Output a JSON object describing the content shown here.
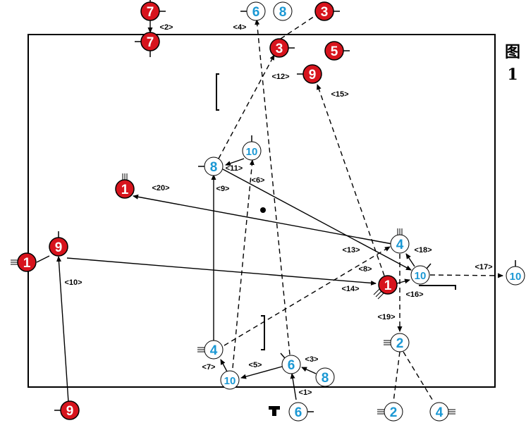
{
  "figure": {
    "caption": "图",
    "number": "1"
  },
  "colors": {
    "attack": "#d7141d",
    "defense": "#1b98d4",
    "line": "#000000",
    "circle_fill": "#ffffff"
  },
  "players": [
    {
      "id": "r7a",
      "team": "red",
      "number": "7"
    },
    {
      "id": "r7b",
      "team": "red",
      "number": "7"
    },
    {
      "id": "b6top",
      "team": "blue",
      "number": "6"
    },
    {
      "id": "b8top",
      "team": "blue",
      "number": "8"
    },
    {
      "id": "r3top",
      "team": "red",
      "number": "3"
    },
    {
      "id": "r3",
      "team": "red",
      "number": "3"
    },
    {
      "id": "r5",
      "team": "red",
      "number": "5"
    },
    {
      "id": "r9top",
      "team": "red",
      "number": "9"
    },
    {
      "id": "b10mid",
      "team": "blue",
      "number": "10"
    },
    {
      "id": "b8",
      "team": "blue",
      "number": "8"
    },
    {
      "id": "r1left",
      "team": "red",
      "number": "1"
    },
    {
      "id": "r9left",
      "team": "red",
      "number": "9"
    },
    {
      "id": "r1edge",
      "team": "red",
      "number": "1"
    },
    {
      "id": "b4r",
      "team": "blue",
      "number": "4"
    },
    {
      "id": "b10r",
      "team": "blue",
      "number": "10"
    },
    {
      "id": "r1r",
      "team": "red",
      "number": "1"
    },
    {
      "id": "b10far",
      "team": "blue",
      "number": "10"
    },
    {
      "id": "b2",
      "team": "blue",
      "number": "2"
    },
    {
      "id": "b4l",
      "team": "blue",
      "number": "4"
    },
    {
      "id": "b6",
      "team": "blue",
      "number": "6"
    },
    {
      "id": "b8b",
      "team": "blue",
      "number": "8"
    },
    {
      "id": "b10b",
      "team": "blue",
      "number": "10"
    },
    {
      "id": "b6out",
      "team": "blue",
      "number": "6"
    },
    {
      "id": "r9bot",
      "team": "red",
      "number": "9"
    },
    {
      "id": "b2out",
      "team": "blue",
      "number": "2"
    },
    {
      "id": "b4out",
      "team": "blue",
      "number": "4"
    }
  ],
  "moves": [
    {
      "id": "m1",
      "label": "<1>"
    },
    {
      "id": "m2",
      "label": "<2>"
    },
    {
      "id": "m3",
      "label": "<3>"
    },
    {
      "id": "m4",
      "label": "<4>"
    },
    {
      "id": "m5",
      "label": "<5>"
    },
    {
      "id": "m6",
      "label": "<6>"
    },
    {
      "id": "m7",
      "label": "<7>"
    },
    {
      "id": "m8",
      "label": "<8>"
    },
    {
      "id": "m9",
      "label": "<9>"
    },
    {
      "id": "m10",
      "label": "<10>"
    },
    {
      "id": "m11",
      "label": "<11>"
    },
    {
      "id": "m12",
      "label": "<12>"
    },
    {
      "id": "m13",
      "label": "<13>"
    },
    {
      "id": "m14",
      "label": "<14>"
    },
    {
      "id": "m15",
      "label": "<15>"
    },
    {
      "id": "m16",
      "label": "<16>"
    },
    {
      "id": "m17",
      "label": "<17>"
    },
    {
      "id": "m18",
      "label": "<18>"
    },
    {
      "id": "m19",
      "label": "<19>"
    },
    {
      "id": "m20",
      "label": "<20>"
    }
  ]
}
